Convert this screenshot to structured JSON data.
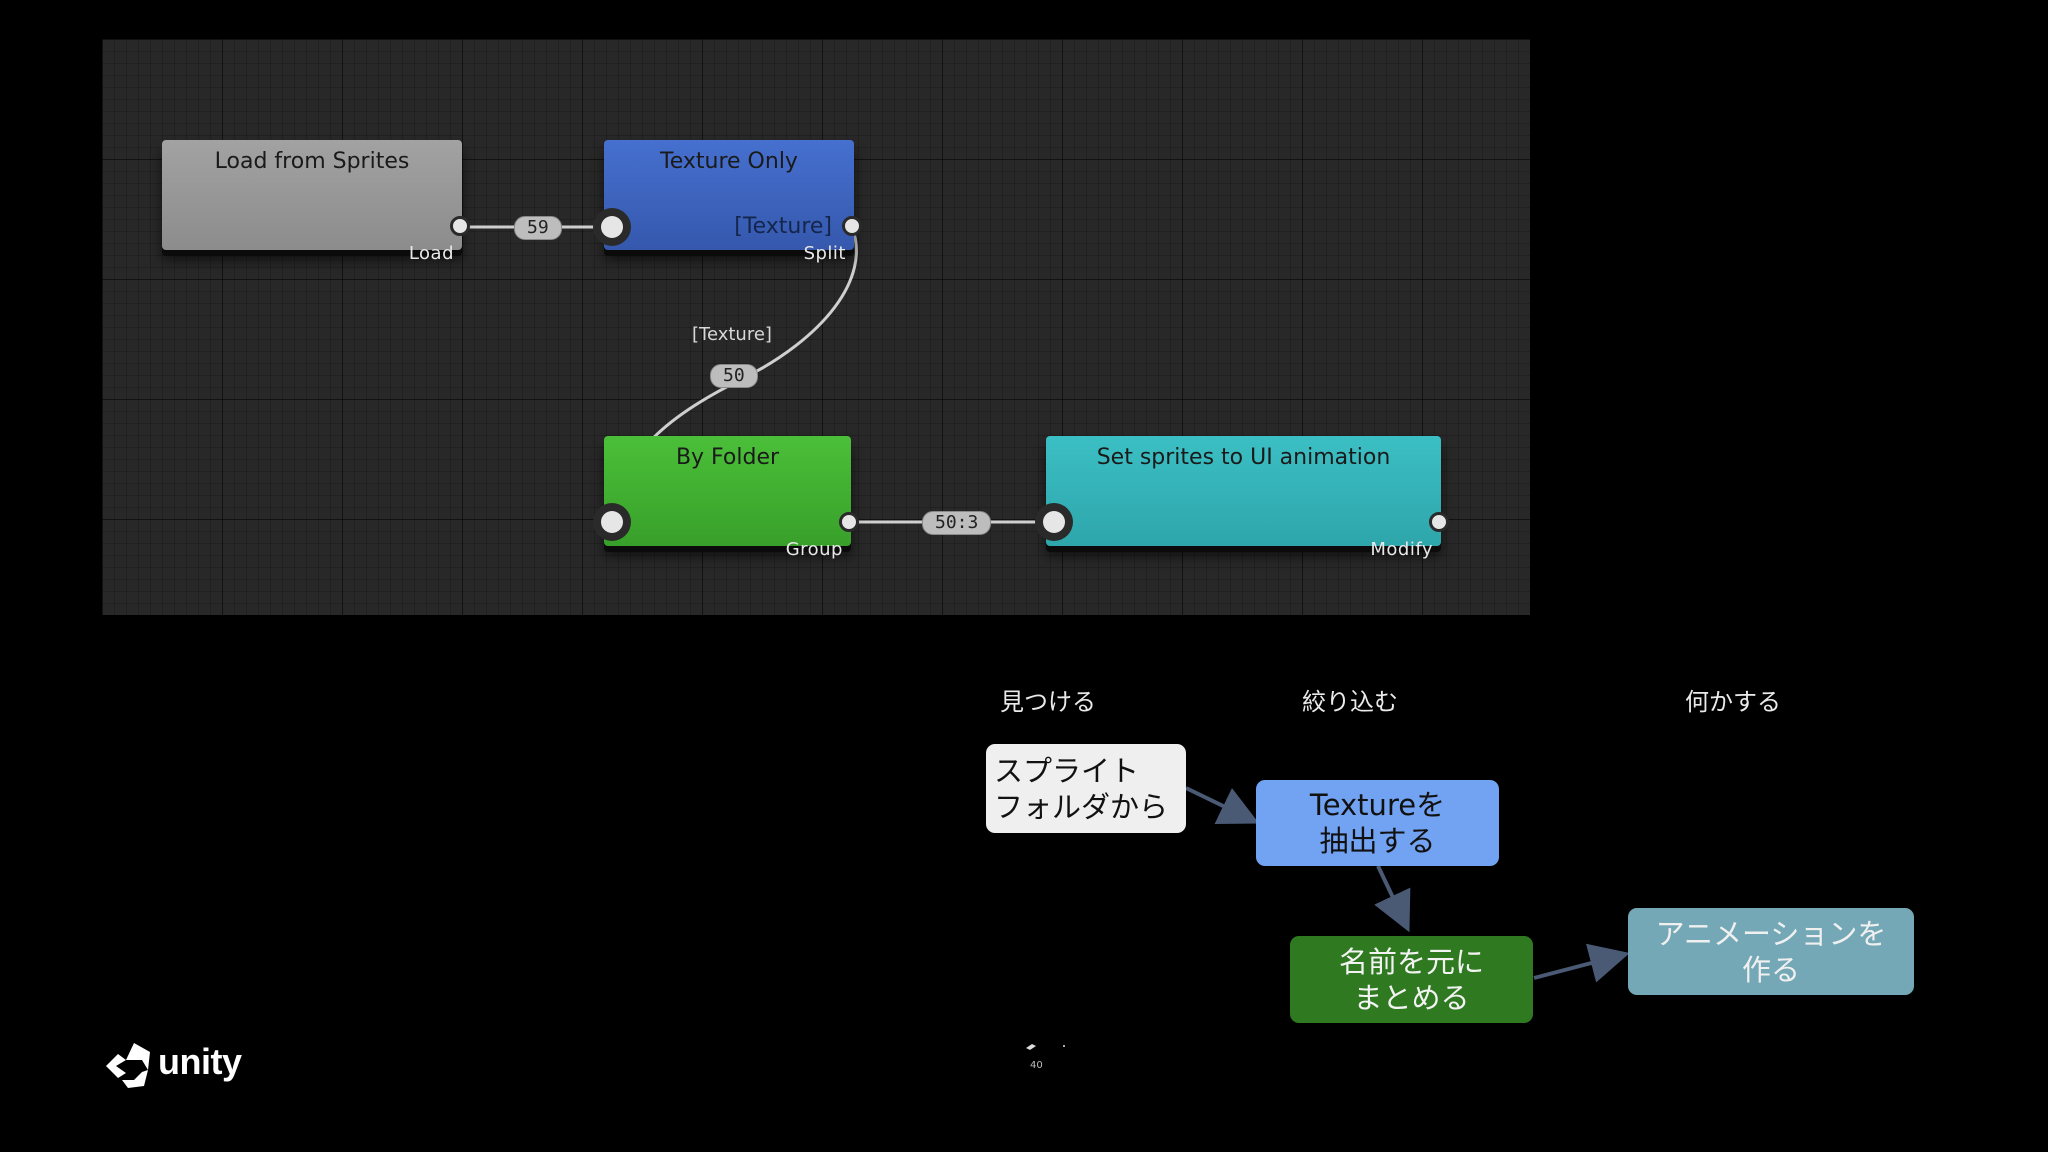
{
  "graph": {
    "nodes": {
      "load": {
        "title": "Load from Sprites",
        "kind": "Load",
        "color": "#9a9a9a"
      },
      "texture": {
        "title": "Texture Only",
        "kind": "Split",
        "port_label": "[Texture]",
        "color": "#3c63bf"
      },
      "folder": {
        "title": "By Folder",
        "kind": "Group",
        "color": "#3fae2e"
      },
      "animation": {
        "title": "Set sprites to UI animation",
        "kind": "Modify",
        "color": "#33b2b8"
      }
    },
    "edges": {
      "load_to_texture": {
        "count": "59"
      },
      "texture_to_folder": {
        "count": "50",
        "label": "[Texture]"
      },
      "folder_to_animation": {
        "count": "50:3"
      }
    }
  },
  "flow": {
    "headers": {
      "find": "見つける",
      "filter": "絞り込む",
      "do": "何かする"
    },
    "boxes": {
      "sprites": {
        "line1": "スプライト",
        "line2": "フォルダから",
        "color": "#efefef"
      },
      "extract": {
        "line1": "Textureを",
        "line2": "抽出する",
        "color": "#72a3f3"
      },
      "group": {
        "line1": "名前を元に",
        "line2": "まとめる",
        "color": "#2f7a21"
      },
      "animate": {
        "line1": "アニメーションを",
        "line2": "作る",
        "color": "#74a8b6"
      }
    }
  },
  "logo": {
    "text": "unity",
    "icon": "unity-cube-icon"
  },
  "footer_mark": {
    "text": "40"
  }
}
